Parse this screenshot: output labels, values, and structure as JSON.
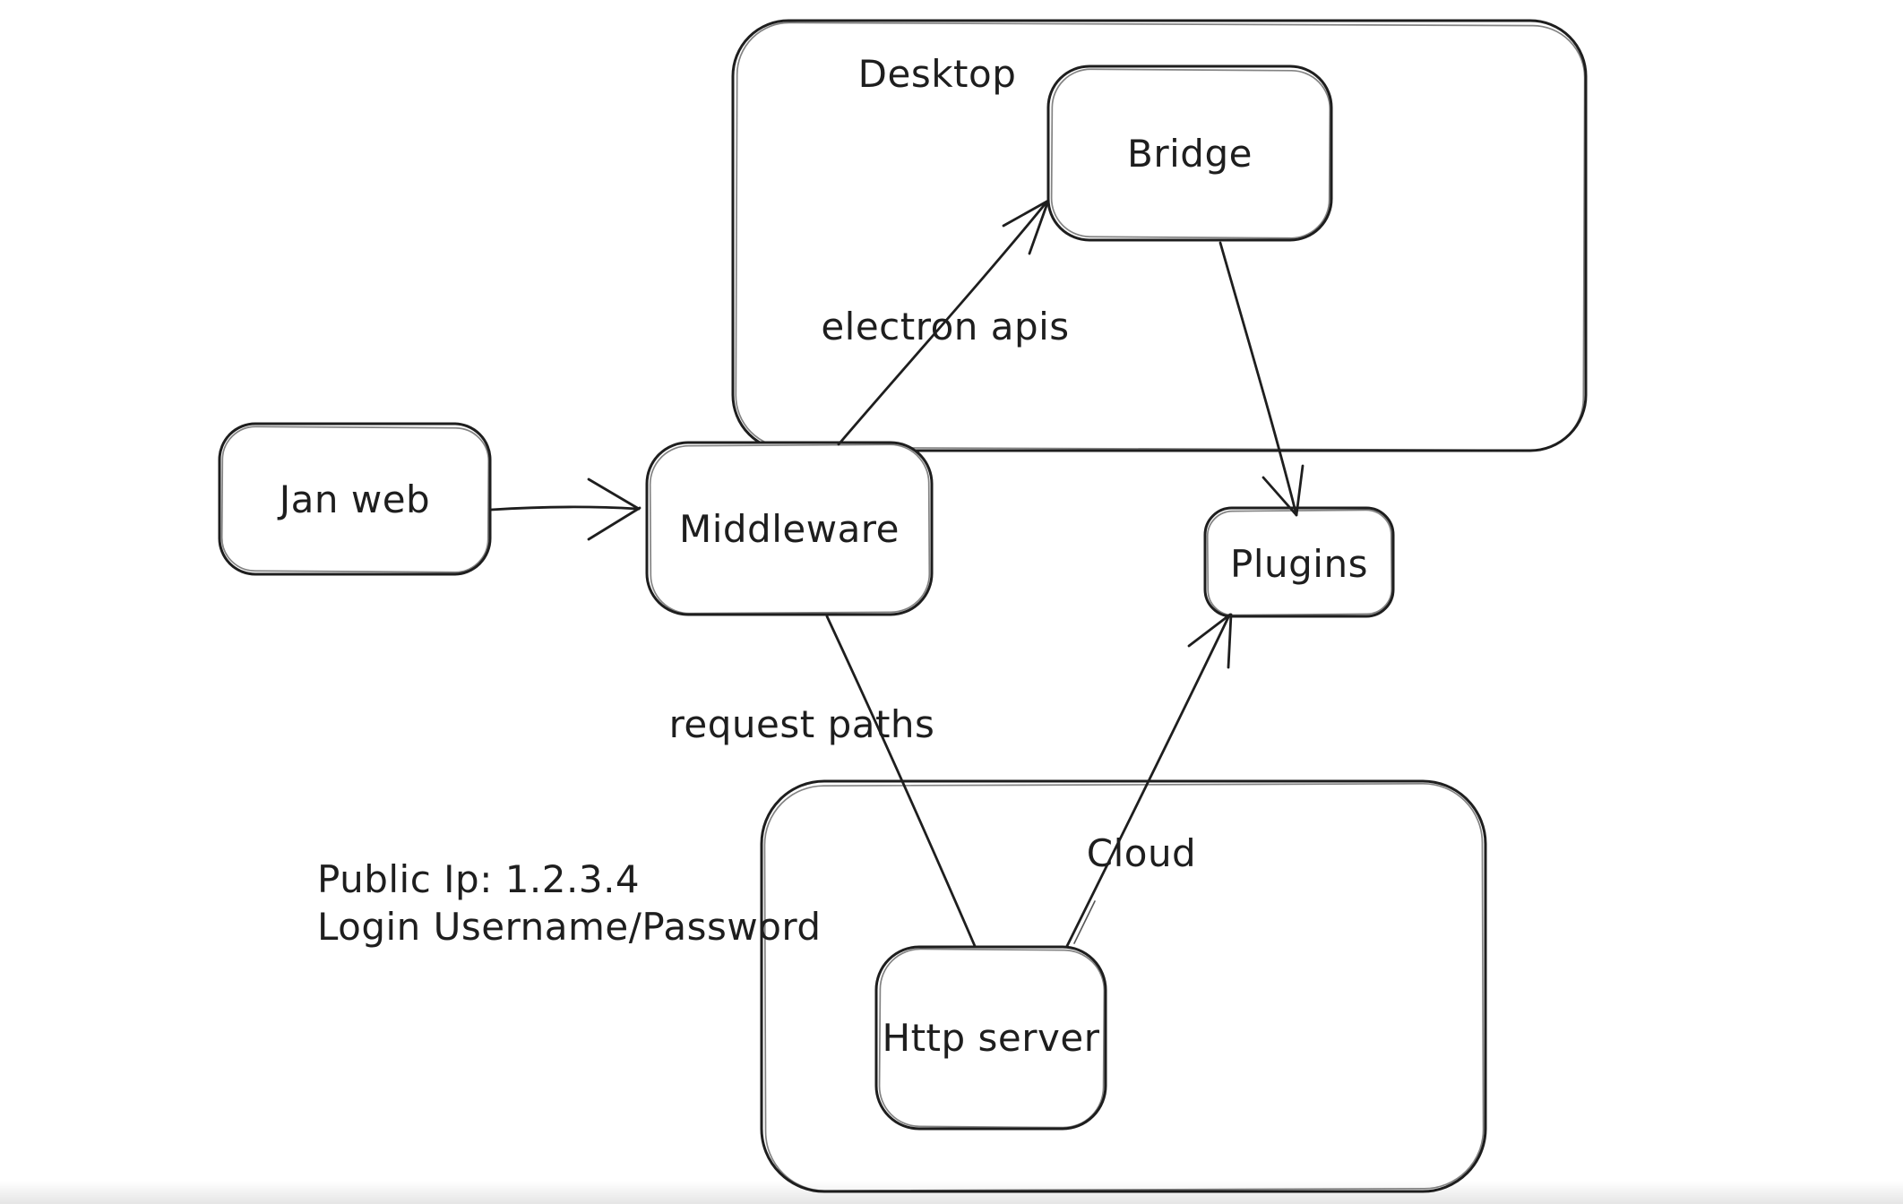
{
  "colors": {
    "stroke": "#1e1e1e",
    "background": "#ffffff",
    "shape_fill": "#ffffff"
  },
  "canvas": {
    "containers": [
      {
        "id": "desktop",
        "label": "Desktop"
      },
      {
        "id": "cloud",
        "label": "Cloud"
      }
    ],
    "nodes": [
      {
        "id": "jan-web",
        "label": "Jan web"
      },
      {
        "id": "middleware",
        "label": "Middleware"
      },
      {
        "id": "bridge",
        "label": "Bridge"
      },
      {
        "id": "plugins",
        "label": "Plugins"
      },
      {
        "id": "http-server",
        "label": "Http server"
      }
    ],
    "edges": [
      {
        "id": "janweb-to-middleware",
        "from": "Jan web",
        "to": "Middleware",
        "label": ""
      },
      {
        "id": "middleware-to-bridge",
        "from": "Middleware",
        "to": "Bridge",
        "label": "electron apis"
      },
      {
        "id": "bridge-to-plugins",
        "from": "Bridge",
        "to": "Plugins",
        "label": ""
      },
      {
        "id": "middleware-to-httpserver",
        "from": "Middleware",
        "to": "Http server",
        "label": "request paths"
      },
      {
        "id": "httpserver-to-plugins",
        "from": "Http server",
        "to": "Plugins",
        "label": ""
      }
    ],
    "notes": [
      {
        "text": "Public Ip: 1.2.3.4"
      },
      {
        "text": "Login Username/Password"
      }
    ]
  }
}
